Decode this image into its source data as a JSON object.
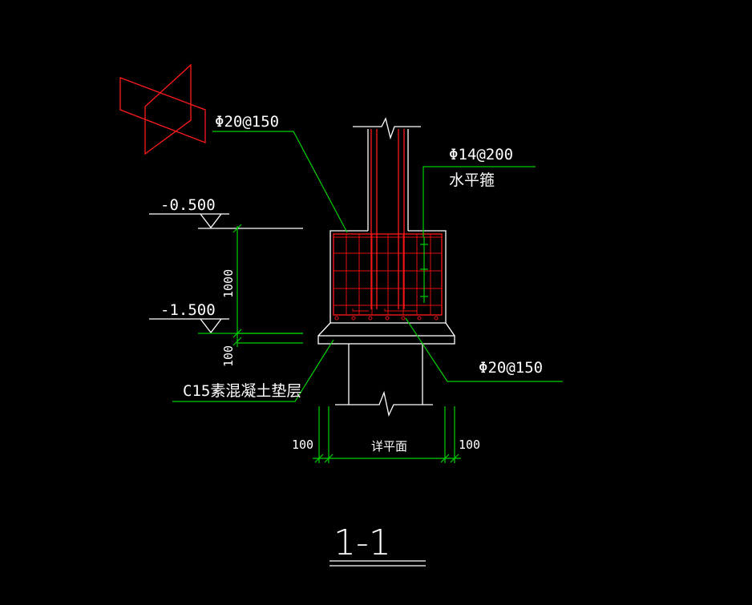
{
  "drawing": {
    "section_title": "1-1",
    "labels": {
      "top_rebar": "Φ20@150",
      "horizontal_rebar_spec": "Φ14@200",
      "horizontal_rebar_name": "水平箍",
      "bottom_rebar": "Φ20@150",
      "elevation_top": "-0.500",
      "elevation_bottom": "-1.500",
      "dim_depth": "1000",
      "dim_pad": "100",
      "pad_material": "C15素混凝土垫层",
      "dim_left": "100",
      "dim_right": "100",
      "dim_center": "详平面"
    },
    "colors": {
      "background": "#000000",
      "outline": "#ffffff",
      "leader": "#00d000",
      "rebar": "#ff1a1a"
    }
  }
}
